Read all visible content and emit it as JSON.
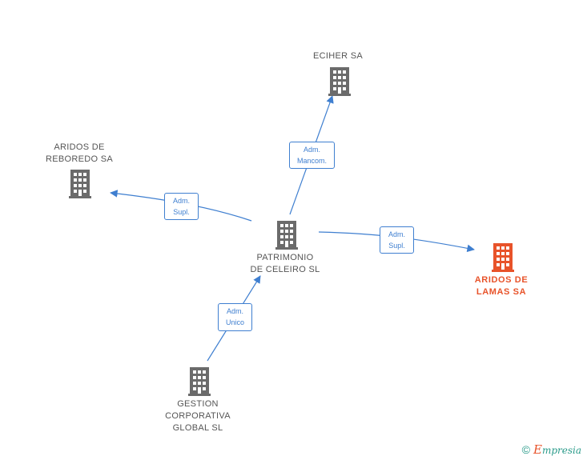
{
  "colors": {
    "edge": "#3f7fd0",
    "node": "#6b6b6b",
    "highlight": "#e8532a"
  },
  "nodes": {
    "patrimonio": {
      "lines": [
        "PATRIMONIO",
        "DE CELEIRO SL"
      ],
      "icon": "building-icon"
    },
    "echer": {
      "lines": [
        "ECIHER SA"
      ],
      "icon": "building-icon"
    },
    "reboredo": {
      "lines": [
        "ARIDOS DE",
        "REBOREDO SA"
      ],
      "icon": "building-icon"
    },
    "lamas": {
      "lines": [
        "ARIDOS DE",
        "LAMAS SA"
      ],
      "icon": "building-icon",
      "highlight": true
    },
    "gestion": {
      "lines": [
        "GESTION",
        "CORPORATIVA",
        "GLOBAL SL"
      ],
      "icon": "building-icon"
    }
  },
  "edges": {
    "to_echer": {
      "lines": [
        "Adm.",
        "Mancom."
      ]
    },
    "to_reboredo": {
      "lines": [
        "Adm.",
        "Supl."
      ]
    },
    "to_lamas": {
      "lines": [
        "Adm.",
        "Supl."
      ]
    },
    "from_gestion": {
      "lines": [
        "Adm.",
        "Unico"
      ]
    }
  },
  "footer": {
    "copyright": "©",
    "brand_initial": "E",
    "brand_rest": "mpresia"
  }
}
